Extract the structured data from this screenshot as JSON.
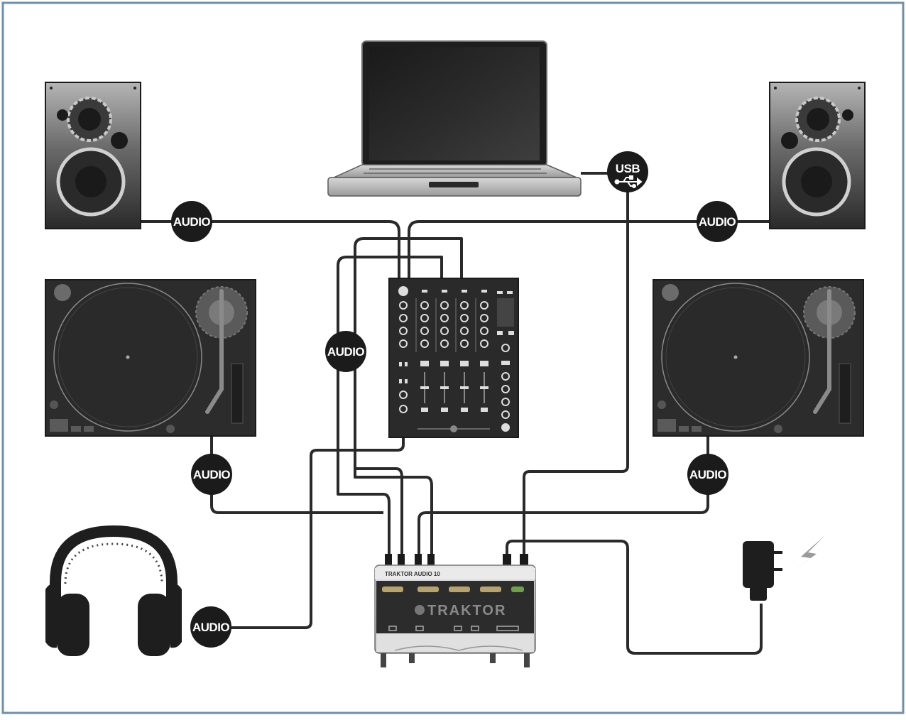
{
  "badges": {
    "audio_speaker_left": "AUDIO",
    "audio_speaker_right": "AUDIO",
    "audio_mixer": "AUDIO",
    "audio_turntable_left": "AUDIO",
    "audio_turntable_right": "AUDIO",
    "audio_headphones": "AUDIO",
    "usb": "USB"
  },
  "interface": {
    "brand": "TRAKTOR",
    "model_label": "TRAKTOR AUDIO 10"
  },
  "colors": {
    "frame": "#6f8fae",
    "cable": "#2a2a2a",
    "badge": "#1b1b1b",
    "device_dark": "#2c2c2c",
    "interface_silver": "#cfcfcf",
    "power_flash": "#9a9a9a"
  }
}
